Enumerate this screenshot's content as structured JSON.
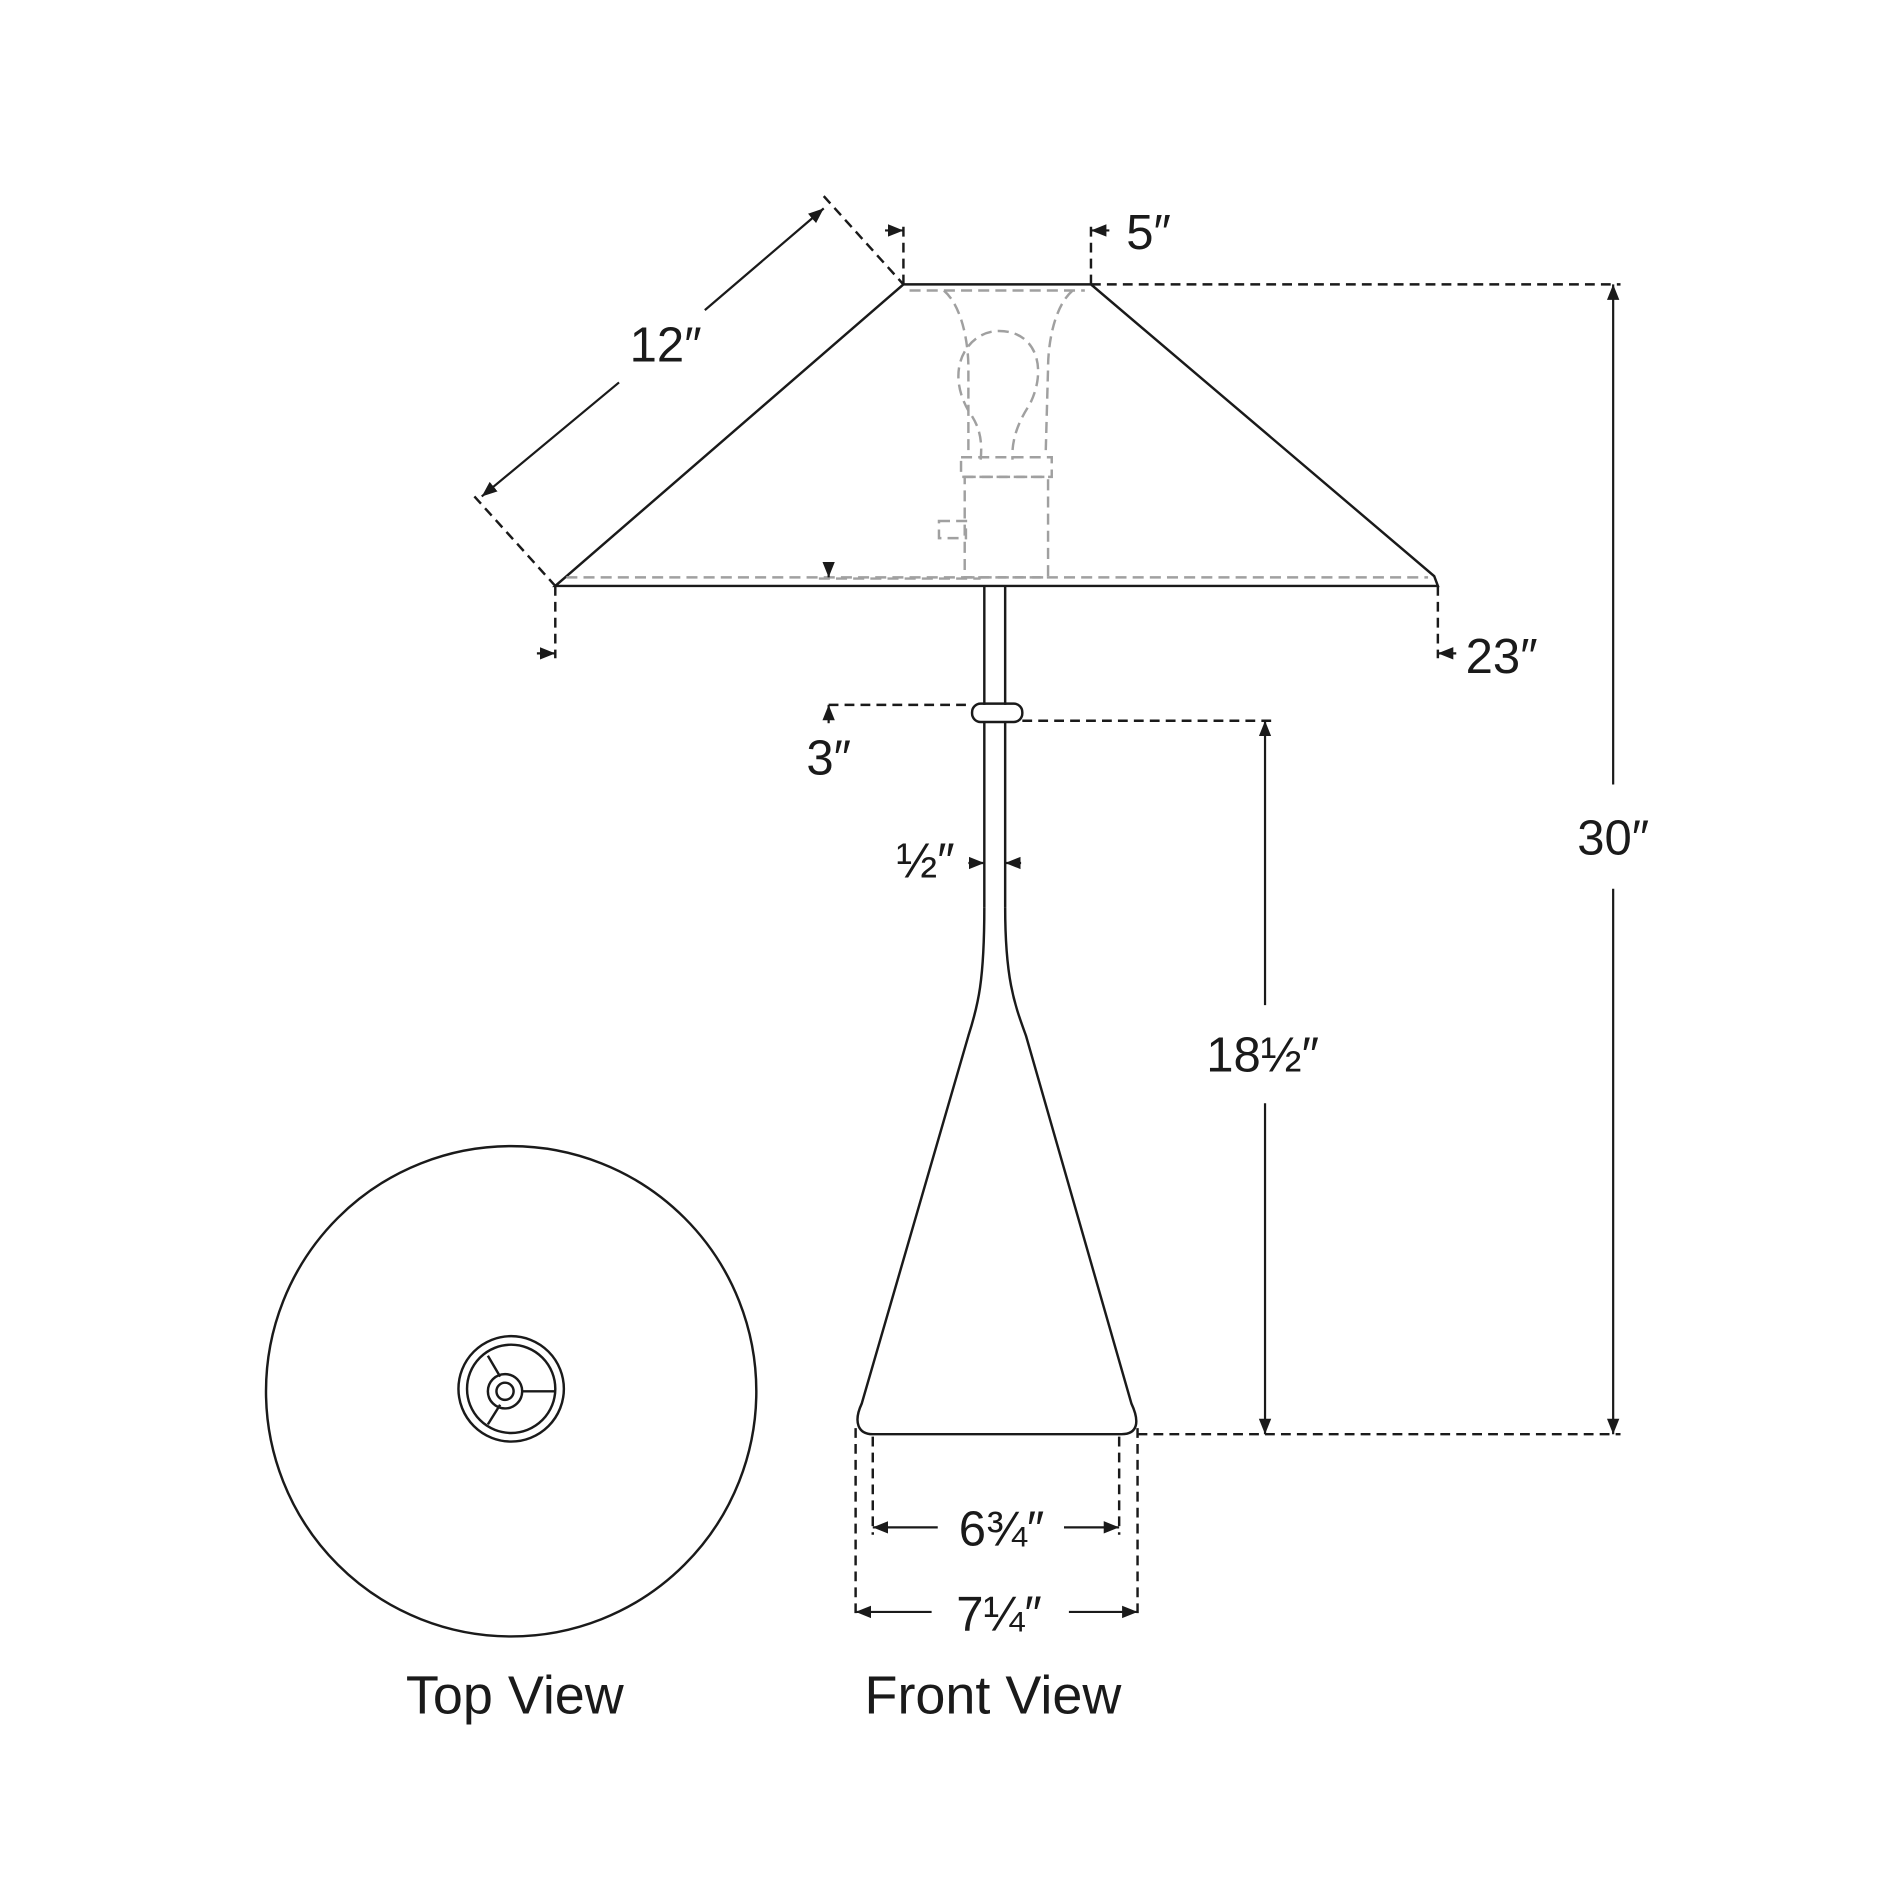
{
  "dimensions": {
    "shade_slant": "12″",
    "shade_top": "5″",
    "shade_bottom": "23″",
    "collar_offset": "3″",
    "stem_width": "½″",
    "base_height": "18½″",
    "overall_height": "30″",
    "base_inner_width": "6¾″",
    "base_outer_width": "7¼″"
  },
  "captions": {
    "top_view": "Top View",
    "front_view": "Front View"
  }
}
